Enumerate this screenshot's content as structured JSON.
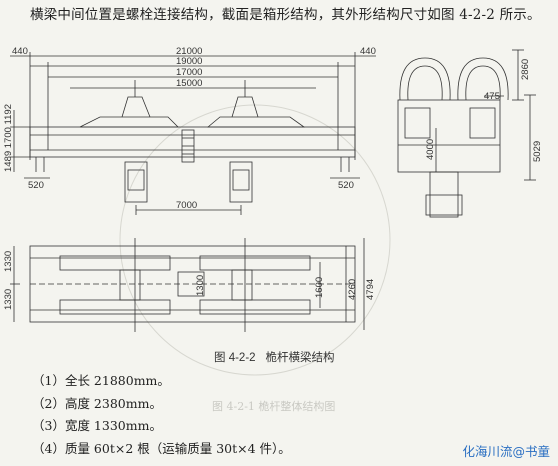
{
  "intro": "横梁中间位置是螺栓连接结构，截面是箱形结构，其外形结构尺寸如图 4-2-2 所示。",
  "drawing": {
    "front_view_dims": {
      "left_overhang": "440",
      "right_overhang": "440",
      "d1": "21000",
      "d2": "19000",
      "d3": "17000",
      "d4": "15000",
      "heights": "1489 1700 1192",
      "bottom_left": "520",
      "bottom_right": "520",
      "span": "7000"
    },
    "side_view_dims": {
      "top": "2860",
      "mid": "475",
      "inner": "4000",
      "total": "5029"
    },
    "plan_view_dims": {
      "upper": "1330",
      "lower": "1330",
      "center": "1300",
      "inner": "1600",
      "w1": "4260",
      "w2": "4794"
    }
  },
  "caption": {
    "number": "图 4-2-2",
    "title": "桅杆横梁结构"
  },
  "ghost_text": "图 4-2-1   桅杆整体结构图",
  "specs": [
    "（1）全长 21880mm。",
    "（2）高度 2380mm。",
    "（3）宽度 1330mm。",
    "（4）质量 60t×2 根（运输质量 30t×4 件）。"
  ],
  "watermark": "化海川流@书童"
}
